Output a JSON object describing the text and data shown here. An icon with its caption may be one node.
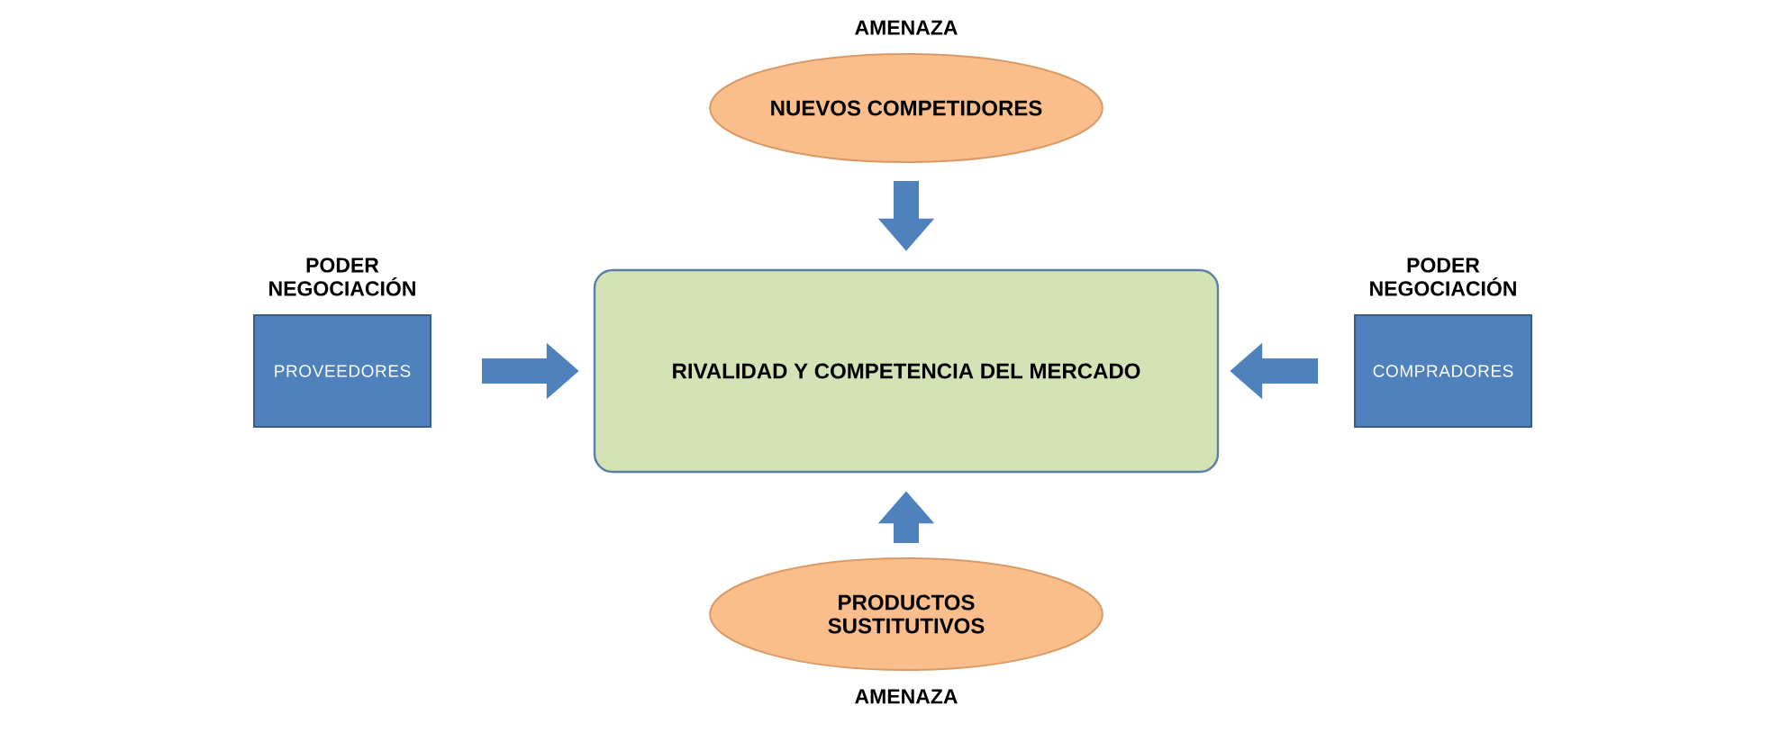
{
  "diagram": {
    "nodes": [
      {
        "text": [
          "NUEVOS COMPETIDORES"
        ],
        "beside": [
          "AMENAZA"
        ]
      },
      {
        "text": [
          "PROVEEDORES"
        ],
        "beside": [
          "PODER NEGOCIACIÓN"
        ]
      },
      {
        "text": [
          "RIVALIDAD Y COMPETENCIA DEL MERCADO"
        ]
      },
      {
        "text": [
          "COMPRADORES"
        ],
        "beside": [
          "PODER NEGOCIACIÓN"
        ]
      },
      {
        "text": [
          "PRODUCTOS SUSTITUTIVOS"
        ],
        "beside": [
          "AMENAZA"
        ]
      }
    ],
    "edges": [
      {
        "from": 0,
        "to": 2,
        "arrow": "to"
      },
      {
        "from": 1,
        "to": 2,
        "arrow": "to"
      },
      {
        "from": 3,
        "to": 2,
        "arrow": "to"
      },
      {
        "from": 4,
        "to": 2,
        "arrow": "to"
      }
    ]
  }
}
